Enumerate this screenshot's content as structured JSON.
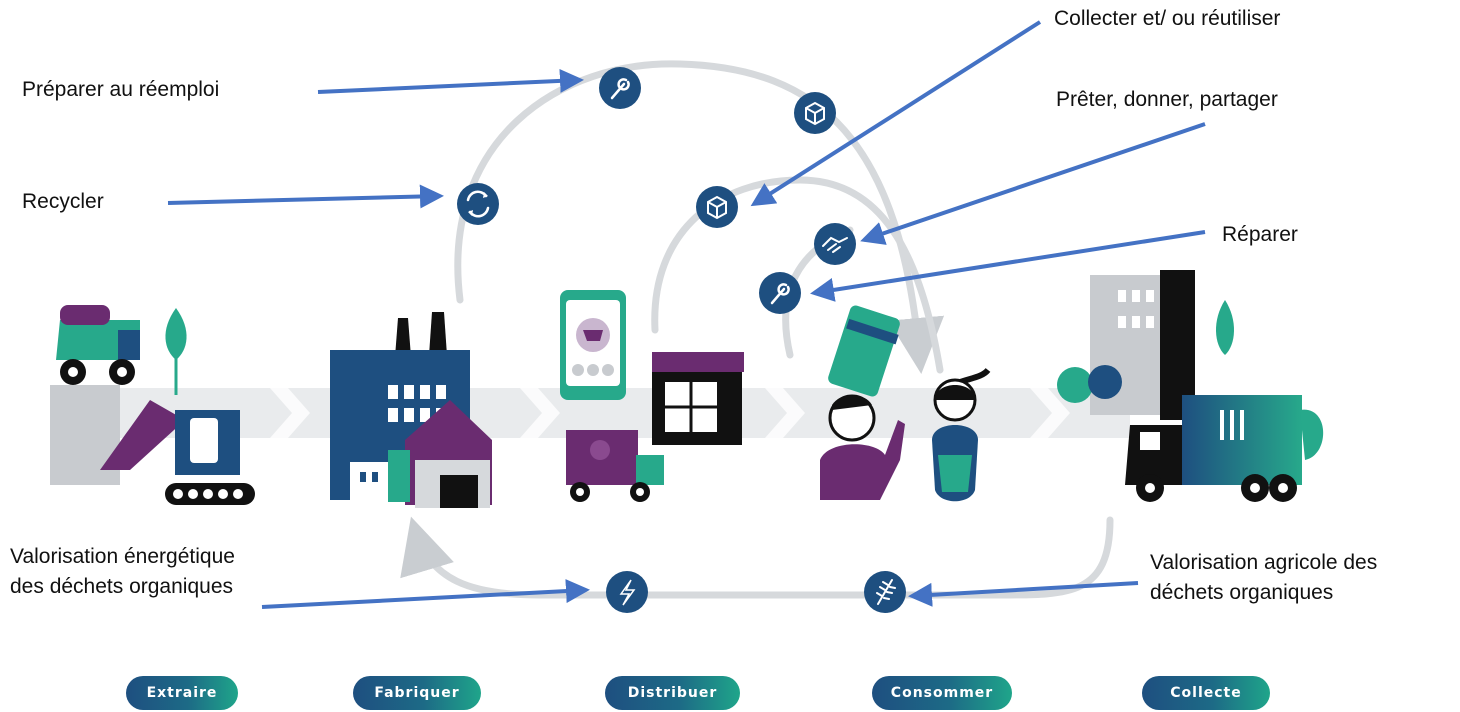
{
  "stages": [
    {
      "id": "extraire",
      "label": "Extraire"
    },
    {
      "id": "fabriquer",
      "label": "Fabriquer"
    },
    {
      "id": "distribuer",
      "label": "Distribuer"
    },
    {
      "id": "consommer",
      "label": "Consommer"
    },
    {
      "id": "collecte",
      "label": "Collecte"
    }
  ],
  "callouts": {
    "preparer_reemploi": "Préparer au réemploi",
    "recycler": "Recycler",
    "collecter": "Collecter et/ ou réutiliser",
    "preter": "Prêter, donner, partager",
    "reparer": "Réparer",
    "valorisation_energetique": "Valorisation énergétique des déchets organiques",
    "valorisation_agricole": "Valorisation agricole des déchets organiques"
  },
  "loop_icons": [
    {
      "name": "wrench-icon",
      "meaning": "réemploi"
    },
    {
      "name": "box-icon",
      "meaning": "collecte"
    },
    {
      "name": "recycle-icon",
      "meaning": "recycler"
    },
    {
      "name": "box-icon",
      "meaning": "réutiliser"
    },
    {
      "name": "handshake-icon",
      "meaning": "partager"
    },
    {
      "name": "wrench-icon",
      "meaning": "réparer"
    },
    {
      "name": "lightning-icon",
      "meaning": "énergie"
    },
    {
      "name": "wheat-icon",
      "meaning": "agricole"
    }
  ],
  "colors": {
    "navy": "#1e4f80",
    "teal": "#27a98b",
    "purple": "#6a2c70",
    "arrow": "#4472c4",
    "loop": "#d6d9dc",
    "flow": "#e9ebed",
    "black": "#111111"
  }
}
